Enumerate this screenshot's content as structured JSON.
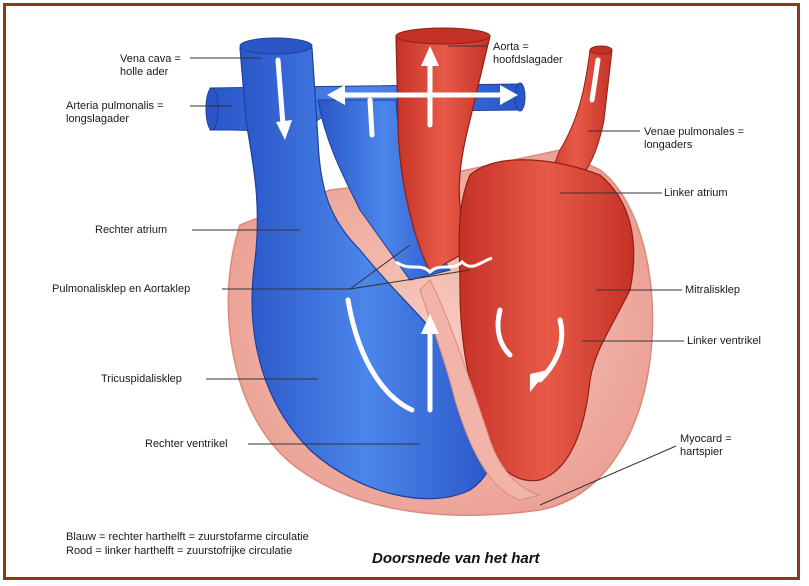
{
  "labels": {
    "vena_cava_1": "Vena cava =",
    "vena_cava_2": "holle ader",
    "arteria_pulmonalis_1": "Arteria pulmonalis =",
    "arteria_pulmonalis_2": "longslagader",
    "rechter_atrium": "Rechter atrium",
    "pulmonalisklep": "Pulmonalisklep en Aortaklep",
    "tricuspidalisklep": "Tricuspidalisklep",
    "rechter_ventrikel": "Rechter ventrikel",
    "aorta_1": "Aorta =",
    "aorta_2": "hoofdslagader",
    "venae_pulmonales_1": "Venae pulmonales =",
    "venae_pulmonales_2": "longaders",
    "linker_atrium": "Linker atrium",
    "mitralisklep": "Mitralisklep",
    "linker_ventrikel": "Linker ventrikel",
    "myocard_1": "Myocard =",
    "myocard_2": "hartspier"
  },
  "legend": {
    "blue": "Blauw = rechter harthelft = zuurstofarme circulatie",
    "red": "Rood = linker harthelft = zuurstofrijke circulatie"
  },
  "title": "Doorsnede van het hart",
  "colors": {
    "deoxygenated": "#3a6fd8",
    "oxygenated": "#d9473a",
    "myocardium": "#f2b3a8",
    "frame": "#8a3a1a"
  }
}
